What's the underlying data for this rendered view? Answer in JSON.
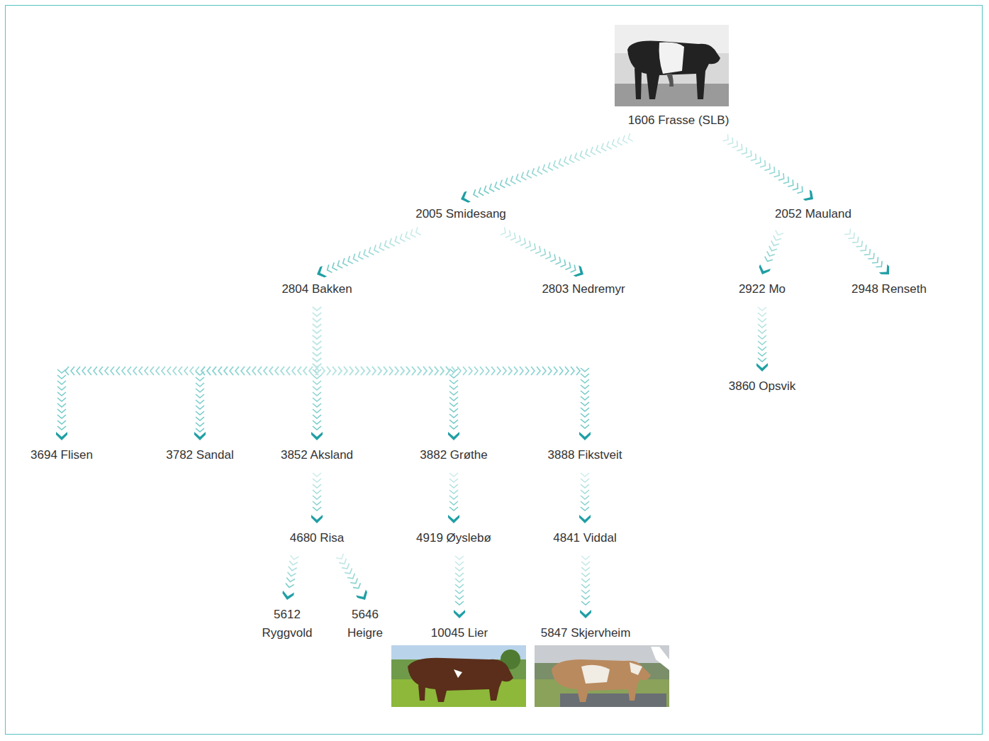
{
  "diagram": {
    "nodes": [
      {
        "text": [
          "1606 Frasse (SLB)"
        ]
      },
      {
        "text": [
          "2005 Smidesang"
        ]
      },
      {
        "text": [
          "2052 Mauland"
        ]
      },
      {
        "text": [
          "2804 Bakken"
        ]
      },
      {
        "text": [
          "2803 Nedremyr"
        ]
      },
      {
        "text": [
          "2922 Mo"
        ]
      },
      {
        "text": [
          "2948 Renseth"
        ]
      },
      {
        "text": [
          "3860 Opsvik"
        ]
      },
      {
        "text": [
          "3694 Flisen"
        ]
      },
      {
        "text": [
          "3782 Sandal"
        ]
      },
      {
        "text": [
          "3852 Aksland"
        ]
      },
      {
        "text": [
          "3882 Grøthe"
        ]
      },
      {
        "text": [
          "3888 Fikstveit"
        ]
      },
      {
        "text": [
          "4680 Risa"
        ]
      },
      {
        "text": [
          "4919 Øyslebø"
        ]
      },
      {
        "text": [
          "4841 Viddal"
        ]
      },
      {
        "text": [
          "5612 Ryggvold"
        ]
      },
      {
        "text": [
          "5646 Heigre"
        ]
      },
      {
        "text": [
          "10045 Lier"
        ]
      },
      {
        "text": [
          "5847 Skjervheim"
        ]
      }
    ],
    "edges": [
      {
        "from": 0,
        "to": 1,
        "arrow": "to"
      },
      {
        "from": 0,
        "to": 2,
        "arrow": "to"
      },
      {
        "from": 1,
        "to": 3,
        "arrow": "to"
      },
      {
        "from": 1,
        "to": 4,
        "arrow": "to"
      },
      {
        "from": 2,
        "to": 5,
        "arrow": "to"
      },
      {
        "from": 2,
        "to": 6,
        "arrow": "to"
      },
      {
        "from": 5,
        "to": 7,
        "arrow": "to"
      },
      {
        "from": 3,
        "to": 8,
        "arrow": "to"
      },
      {
        "from": 3,
        "to": 9,
        "arrow": "to"
      },
      {
        "from": 3,
        "to": 10,
        "arrow": "to"
      },
      {
        "from": 3,
        "to": 11,
        "arrow": "to"
      },
      {
        "from": 3,
        "to": 12,
        "arrow": "to"
      },
      {
        "from": 10,
        "to": 13,
        "arrow": "to"
      },
      {
        "from": 11,
        "to": 14,
        "arrow": "to"
      },
      {
        "from": 12,
        "to": 15,
        "arrow": "to"
      },
      {
        "from": 13,
        "to": 16,
        "arrow": "to"
      },
      {
        "from": 13,
        "to": 17,
        "arrow": "to"
      },
      {
        "from": 14,
        "to": 18,
        "arrow": "to"
      },
      {
        "from": 15,
        "to": 19,
        "arrow": "to"
      }
    ]
  }
}
